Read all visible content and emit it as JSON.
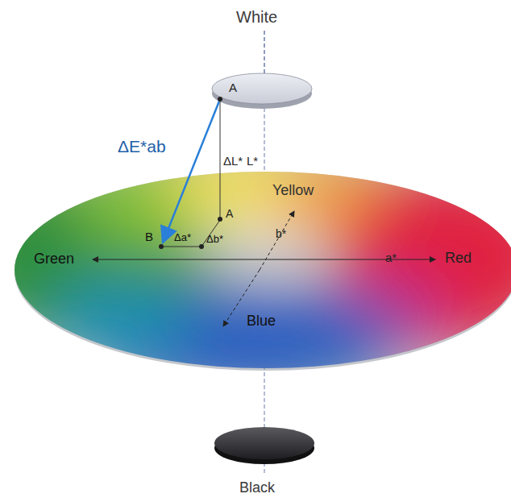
{
  "diagram": {
    "labels": [
      "White",
      "A",
      "ΔE*ab",
      "ΔL*",
      "L*",
      "Yellow",
      "A",
      "b*",
      "B",
      "Δa*",
      "Δb*",
      "Green",
      "a*",
      "Red",
      "Blue",
      "Black"
    ]
  }
}
